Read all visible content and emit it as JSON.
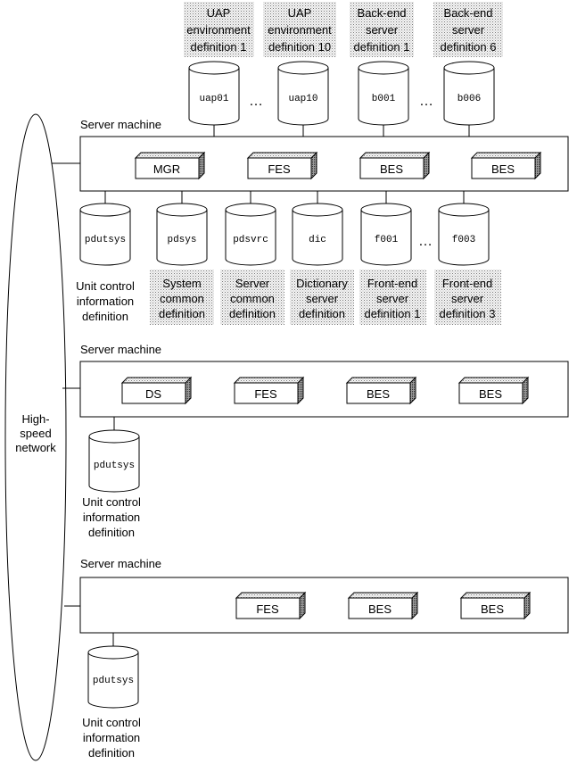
{
  "network": {
    "label": [
      "High-",
      "speed",
      "network"
    ]
  },
  "top_definitions": [
    {
      "lines": [
        "UAP",
        "environment",
        "definition 1"
      ],
      "file": "uap01"
    },
    {
      "lines": [
        "UAP",
        "environment",
        "definition 10"
      ],
      "file": "uap10"
    },
    {
      "lines": [
        "Back-end",
        "server",
        "definition 1"
      ],
      "file": "b001"
    },
    {
      "lines": [
        "Back-end",
        "server",
        "definition 6"
      ],
      "file": "b006"
    }
  ],
  "ellipsis": "…",
  "machines": [
    {
      "label": "Server machine",
      "processes": [
        "MGR",
        "FES",
        "BES",
        "BES"
      ],
      "files": [
        {
          "file": "pdutsys",
          "lines": [
            "Unit control",
            "information",
            "definition"
          ],
          "shaded": false
        },
        {
          "file": "pdsys",
          "lines": [
            "System",
            "common",
            "definition"
          ],
          "shaded": true
        },
        {
          "file": "pdsvrc",
          "lines": [
            "Server",
            "common",
            "definition"
          ],
          "shaded": true
        },
        {
          "file": "dic",
          "lines": [
            "Dictionary",
            "server",
            "definition"
          ],
          "shaded": true
        },
        {
          "file": "f001",
          "lines": [
            "Front-end",
            "server",
            "definition 1"
          ],
          "shaded": true
        },
        {
          "file": "f003",
          "lines": [
            "Front-end",
            "server",
            "definition 3"
          ],
          "shaded": true
        }
      ]
    },
    {
      "label": "Server machine",
      "processes": [
        "DS",
        "FES",
        "BES",
        "BES"
      ],
      "files": [
        {
          "file": "pdutsys",
          "lines": [
            "Unit control",
            "information",
            "definition"
          ],
          "shaded": false
        }
      ]
    },
    {
      "label": "Server machine",
      "processes": [
        "FES",
        "BES",
        "BES"
      ],
      "files": [
        {
          "file": "pdutsys",
          "lines": [
            "Unit control",
            "information",
            "definition"
          ],
          "shaded": false
        }
      ]
    }
  ]
}
